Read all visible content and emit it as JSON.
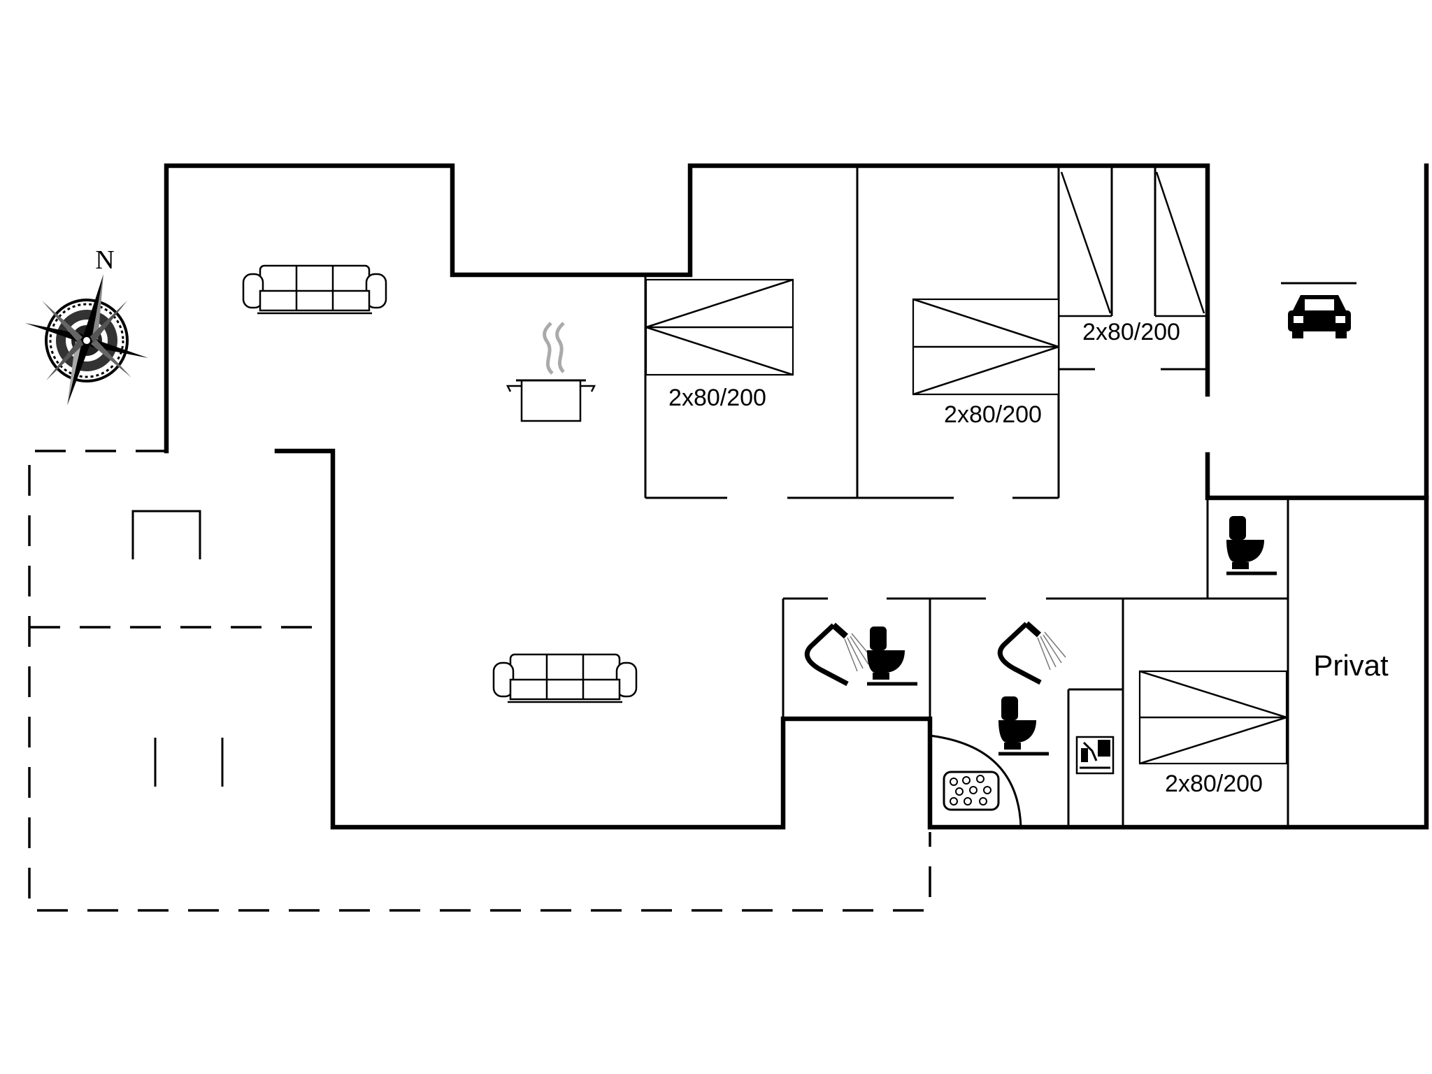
{
  "compass": {
    "north_label": "N"
  },
  "bedrooms": [
    {
      "label": "2x80/200"
    },
    {
      "label": "2x80/200"
    },
    {
      "label": "2x80/200"
    },
    {
      "label": "2x80/200"
    }
  ],
  "rooms": {
    "private_label": "Privat"
  },
  "icons": [
    "sofa-icon",
    "cooking-pot-icon",
    "shower-icon",
    "toilet-icon",
    "whirlpool-icon",
    "washing-machine-icon",
    "car-icon",
    "compass-rose-icon"
  ]
}
